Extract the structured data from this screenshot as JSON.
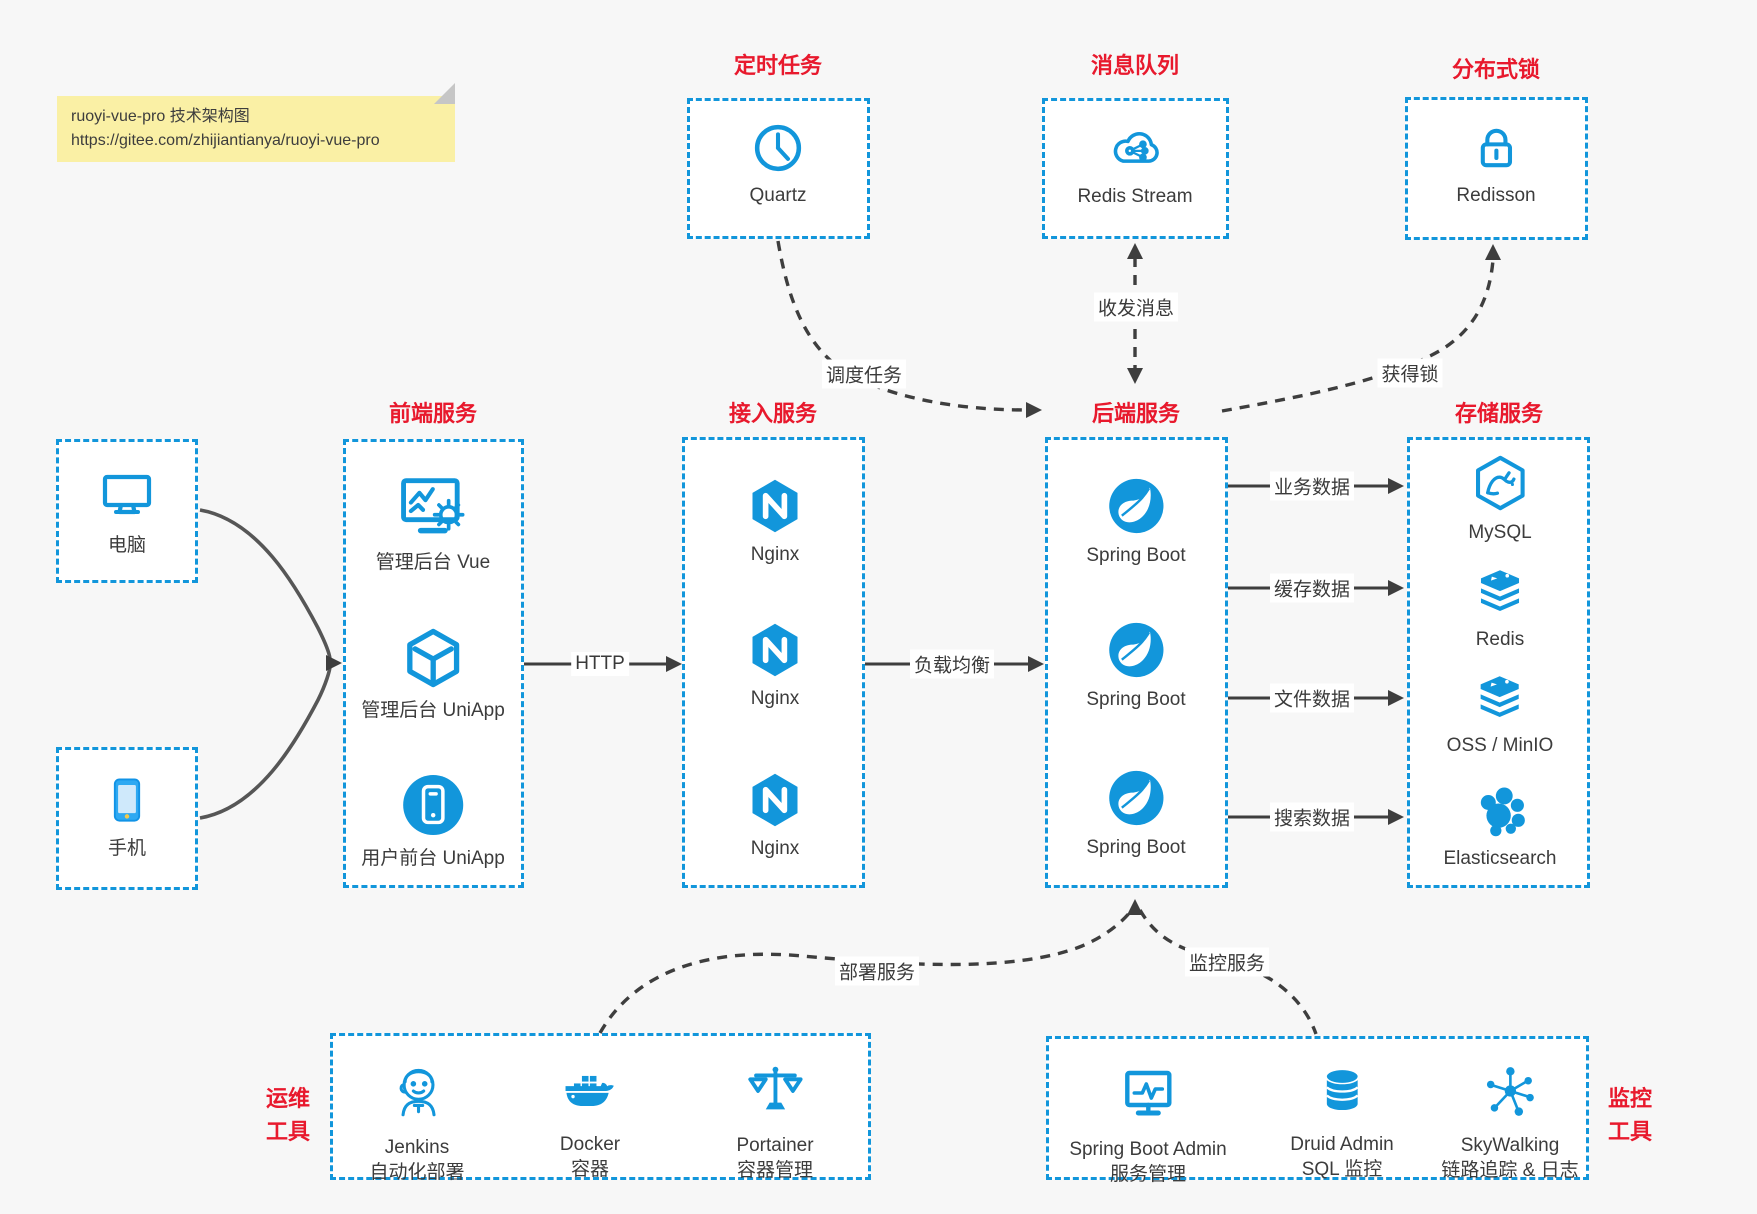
{
  "colors": {
    "accent_blue": "#1296db",
    "title_red": "#e8192d",
    "wire_dark": "#3e3e3e",
    "note_bg": "#faf0a5",
    "canvas_bg": "#f7f7f7",
    "box_bg": "#ffffff"
  },
  "note": {
    "title": "ruoyi-vue-pro 技术架构图",
    "url": "https://gitee.com/zhijiantianya/ruoyi-vue-pro"
  },
  "groups": {
    "scheduler": {
      "title": "定时任务",
      "node": {
        "label": "Quartz",
        "icon": "clock-icon"
      }
    },
    "mq": {
      "title": "消息队列",
      "node": {
        "label": "Redis Stream",
        "icon": "cloud-stream-icon"
      }
    },
    "lock": {
      "title": "分布式锁",
      "node": {
        "label": "Redisson",
        "icon": "lock-icon"
      }
    },
    "clients": {
      "items": [
        {
          "label": "电脑",
          "icon": "desktop-icon"
        },
        {
          "label": "手机",
          "icon": "smartphone-icon"
        }
      ]
    },
    "frontend": {
      "title": "前端服务",
      "items": [
        {
          "label": "管理后台 Vue",
          "icon": "admin-screen-icon"
        },
        {
          "label": "管理后台 UniApp",
          "icon": "cube-icon"
        },
        {
          "label": "用户前台 UniApp",
          "icon": "phone-circle-icon"
        }
      ]
    },
    "gateway": {
      "title": "接入服务",
      "items": [
        {
          "label": "Nginx",
          "icon": "nginx-icon"
        },
        {
          "label": "Nginx",
          "icon": "nginx-icon"
        },
        {
          "label": "Nginx",
          "icon": "nginx-icon"
        }
      ]
    },
    "backend": {
      "title": "后端服务",
      "items": [
        {
          "label": "Spring Boot",
          "icon": "spring-icon"
        },
        {
          "label": "Spring Boot",
          "icon": "spring-icon"
        },
        {
          "label": "Spring Boot",
          "icon": "spring-icon"
        }
      ]
    },
    "storage": {
      "title": "存储服务",
      "items": [
        {
          "label": "MySQL",
          "icon": "mysql-icon"
        },
        {
          "label": "Redis",
          "icon": "redis-stack-icon"
        },
        {
          "label": "OSS / MinIO",
          "icon": "redis-stack-icon"
        },
        {
          "label": "Elasticsearch",
          "icon": "elasticsearch-icon"
        }
      ]
    },
    "ops": {
      "title_lines": [
        "运维",
        "工具"
      ],
      "items": [
        {
          "label": "Jenkins",
          "desc": "自动化部署",
          "icon": "jenkins-icon"
        },
        {
          "label": "Docker",
          "desc": "容器",
          "icon": "docker-icon"
        },
        {
          "label": "Portainer",
          "desc": "容器管理",
          "icon": "portainer-icon"
        }
      ]
    },
    "monitoring": {
      "title_lines": [
        "监控",
        "工具"
      ],
      "items": [
        {
          "label": "Spring Boot Admin",
          "desc": "服务管理",
          "icon": "admin-monitor-icon"
        },
        {
          "label": "Druid Admin",
          "desc": "SQL 监控",
          "icon": "database-icon"
        },
        {
          "label": "SkyWalking",
          "desc": "链路追踪 & 日志",
          "icon": "topology-icon"
        }
      ]
    }
  },
  "edges": {
    "http": "HTTP",
    "load_balance": "负载均衡",
    "business_data": "业务数据",
    "cache_data": "缓存数据",
    "file_data": "文件数据",
    "search_data": "搜索数据",
    "schedule_task": "调度任务",
    "send_receive_msg": "收发消息",
    "acquire_lock": "获得锁",
    "deploy_service": "部署服务",
    "monitor_service": "监控服务"
  }
}
